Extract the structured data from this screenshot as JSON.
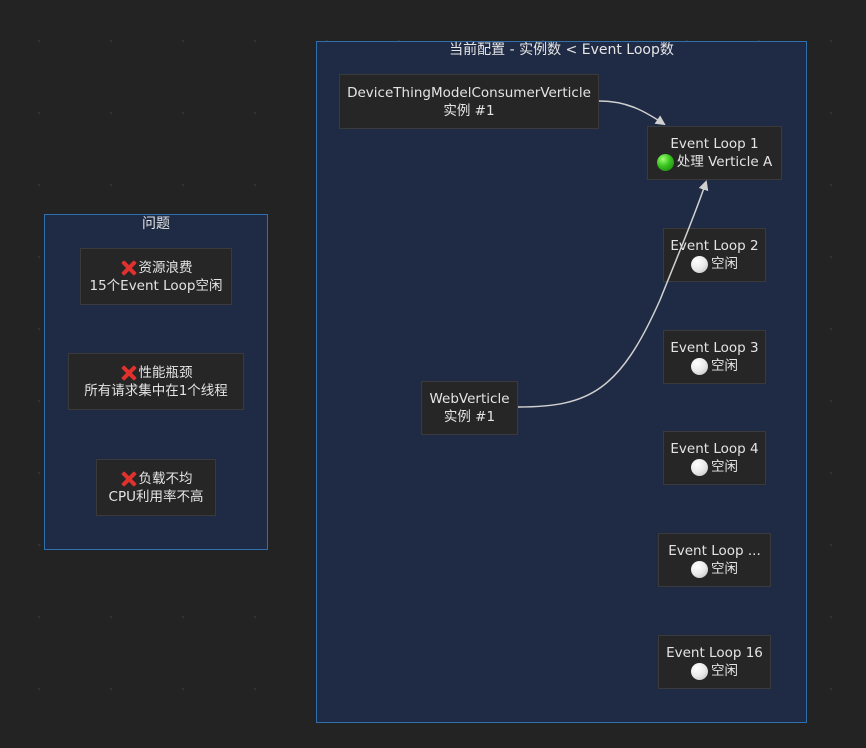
{
  "colors": {
    "background": "#232323",
    "cluster_fill": "#1f2a44",
    "cluster_border": "#2f6fae",
    "node_fill": "#262626",
    "edge": "#d0d0d0",
    "active_status": "#37c21e",
    "idle_status": "#eaeaea",
    "problem_mark": "#e0312d"
  },
  "clusters": {
    "problems": {
      "title": "问题",
      "items": [
        {
          "icon": "cross-mark-icon",
          "title": "资源浪费",
          "detail": "15个Event Loop空闲"
        },
        {
          "icon": "cross-mark-icon",
          "title": "性能瓶颈",
          "detail": "所有请求集中在1个线程"
        },
        {
          "icon": "cross-mark-icon",
          "title": "负载不均",
          "detail": "CPU利用率不高"
        }
      ]
    },
    "current": {
      "title": "当前配置 - 实例数 < Event Loop数",
      "verticles": [
        {
          "name": "DeviceThingModelConsumerVerticle",
          "instance": "实例 #1"
        },
        {
          "name": "WebVerticle",
          "instance": "实例 #1"
        }
      ],
      "event_loops": [
        {
          "name": "Event Loop 1",
          "icon": "green-circle-icon",
          "status": "处理 Verticle A"
        },
        {
          "name": "Event Loop 2",
          "icon": "white-circle-icon",
          "status": "空闲"
        },
        {
          "name": "Event Loop 3",
          "icon": "white-circle-icon",
          "status": "空闲"
        },
        {
          "name": "Event Loop 4",
          "icon": "white-circle-icon",
          "status": "空闲"
        },
        {
          "name": "Event Loop ...",
          "icon": "white-circle-icon",
          "status": "空闲"
        },
        {
          "name": "Event Loop 16",
          "icon": "white-circle-icon",
          "status": "空闲"
        }
      ]
    }
  },
  "edges": [
    {
      "from": "DeviceThingModelConsumerVerticle",
      "to": "Event Loop 1"
    },
    {
      "from": "WebVerticle",
      "to": "Event Loop 1"
    }
  ]
}
